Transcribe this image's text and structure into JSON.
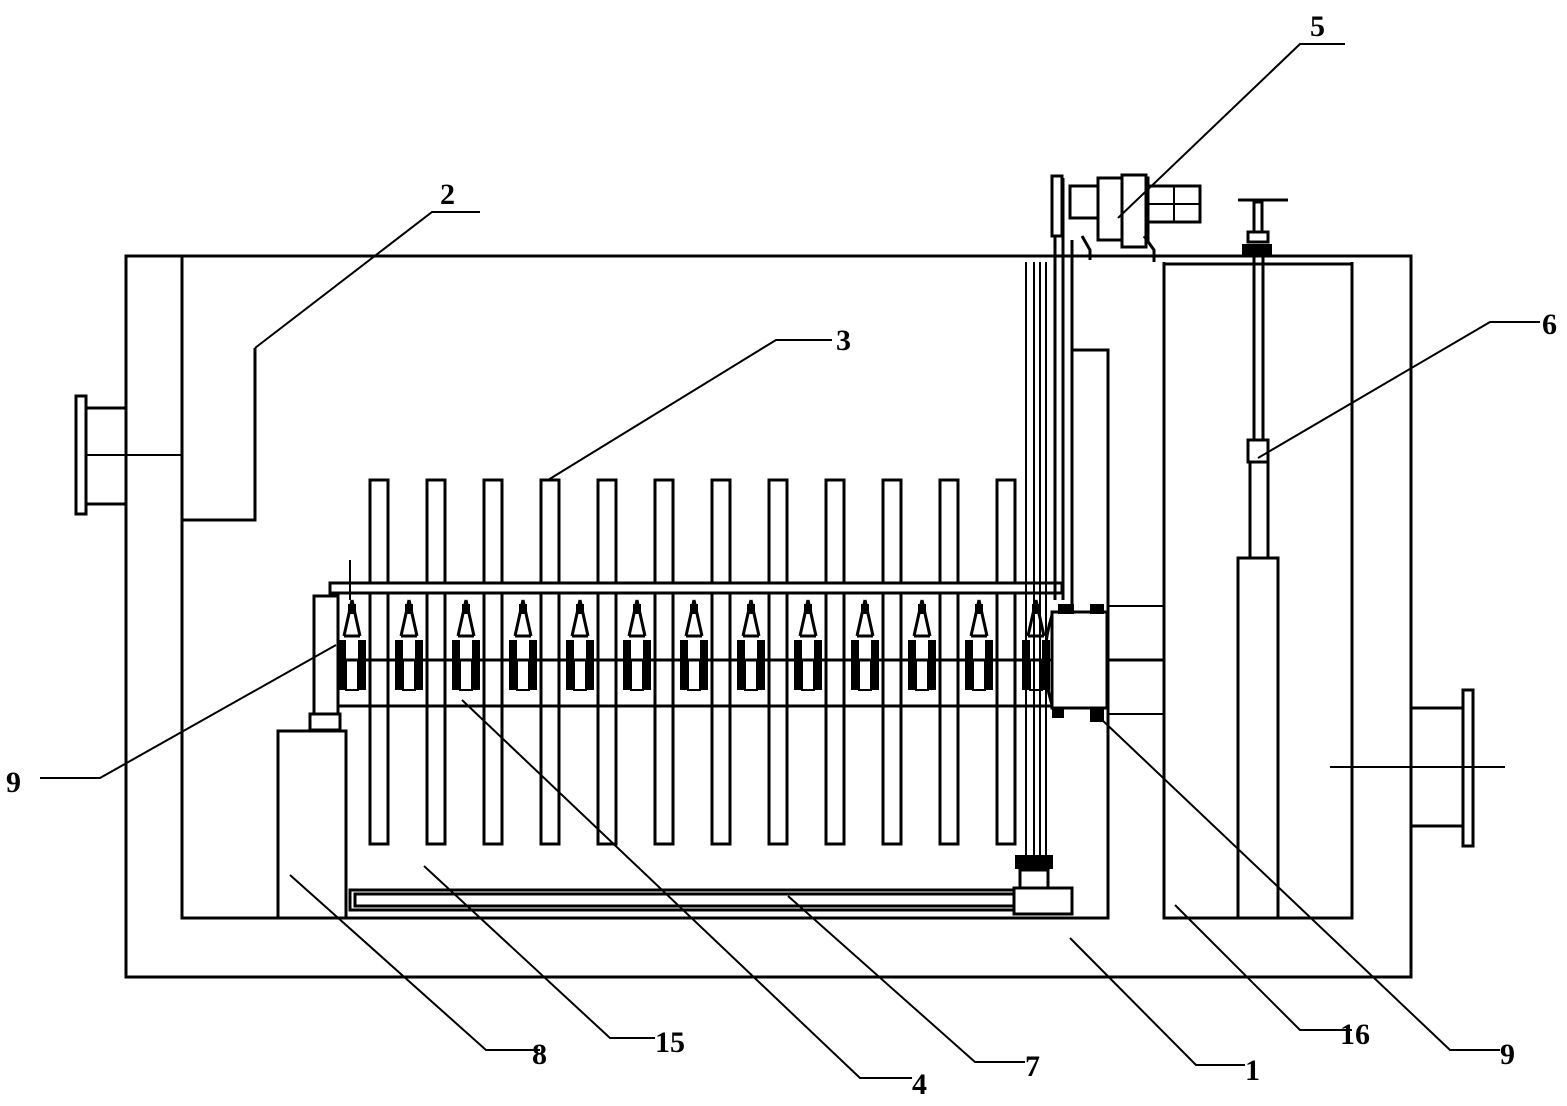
{
  "labels": [
    {
      "id": "1",
      "text": "1"
    },
    {
      "id": "2",
      "text": "2"
    },
    {
      "id": "3",
      "text": "3"
    },
    {
      "id": "4",
      "text": "4"
    },
    {
      "id": "5",
      "text": "5"
    },
    {
      "id": "6",
      "text": "6"
    },
    {
      "id": "7",
      "text": "7"
    },
    {
      "id": "8",
      "text": "8"
    },
    {
      "id": "9a",
      "text": "9"
    },
    {
      "id": "9b",
      "text": "9"
    },
    {
      "id": "15",
      "text": "15"
    },
    {
      "id": "16",
      "text": "16"
    }
  ]
}
